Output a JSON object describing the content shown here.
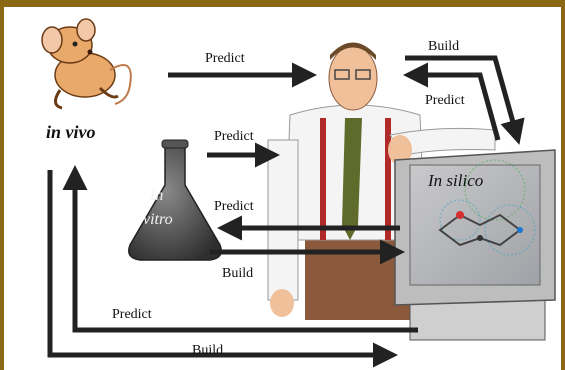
{
  "labels": {
    "in_vivo": "in vivo",
    "in_vitro_1": "In",
    "in_vitro_2": "vitro",
    "in_silico": "In silico",
    "predict_top": "Predict",
    "build_top": "Build",
    "predict_right": "Predict",
    "predict_mid": "Predict",
    "predict_flask": "Predict",
    "build_flask": "Build",
    "predict_bottom": "Predict",
    "build_bottom": "Build"
  },
  "icons": {
    "mouse": "mouse-illustration",
    "flask": "flask-illustration",
    "scientist": "scientist-illustration",
    "computer": "computer-monitor-illustration"
  },
  "colors": {
    "frame": "#8b6914",
    "arrow": "#222222"
  }
}
